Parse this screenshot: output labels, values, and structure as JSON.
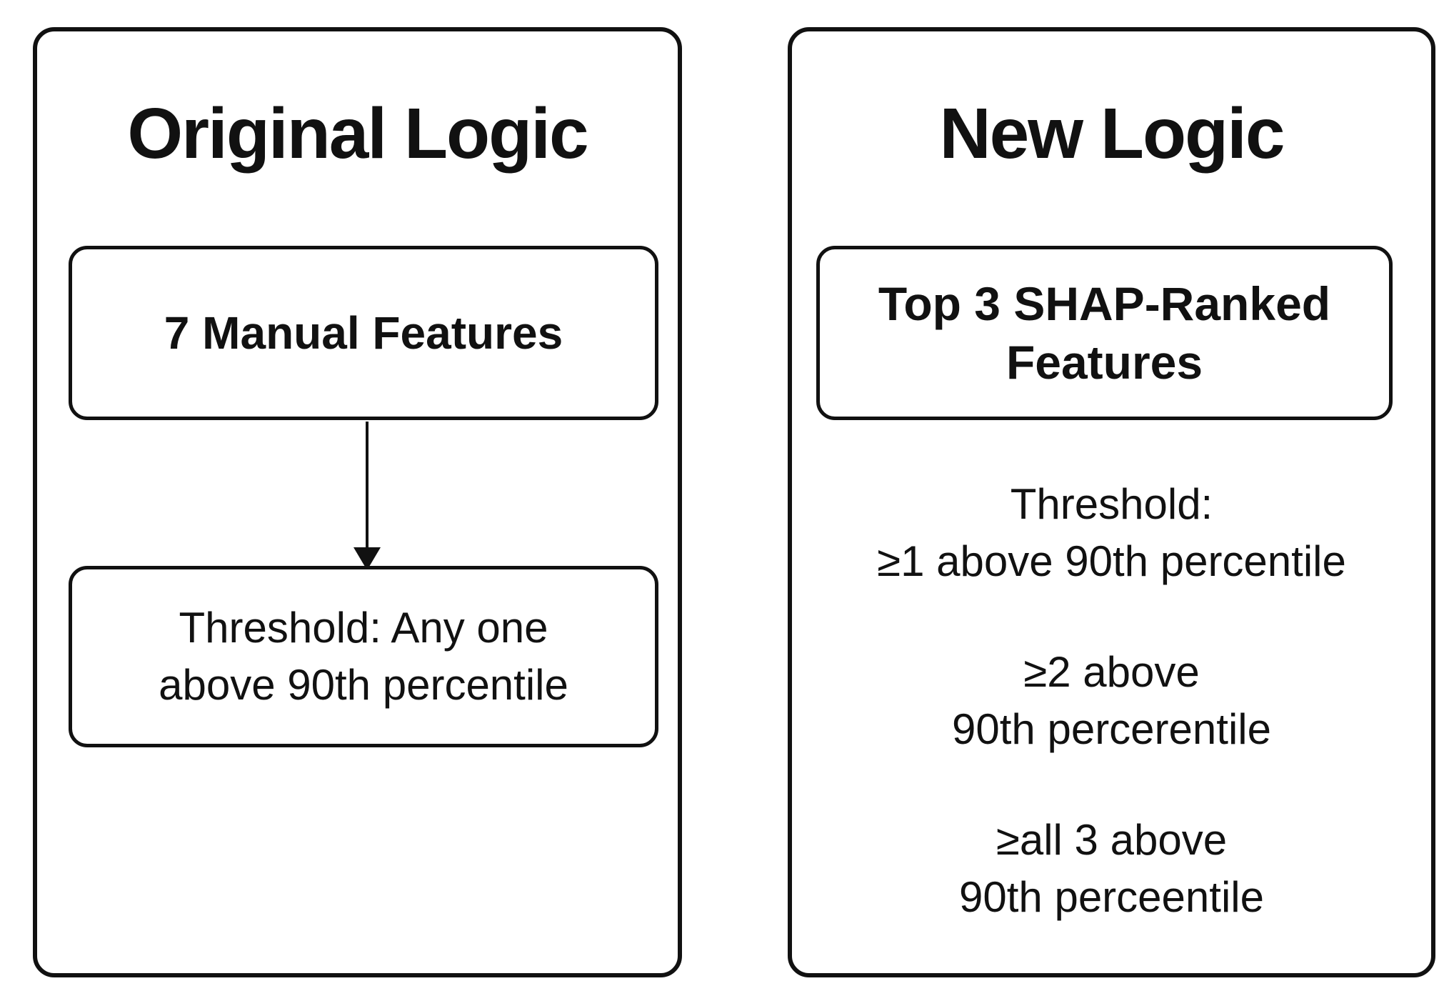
{
  "left_panel": {
    "title": "Original Logic",
    "features_box": {
      "label": "7 Manual Features"
    },
    "threshold_box": {
      "line1": "Threshold: Any one",
      "line2": "above 90th percentile"
    }
  },
  "right_panel": {
    "title": "New Logic",
    "features_box": {
      "line1": "Top 3 SHAP-Ranked",
      "line2": "Features"
    },
    "threshold_option_1": {
      "line1": "Threshold:",
      "line2": "≥1 above 90th percentile"
    },
    "threshold_option_2": {
      "line1": "≥2 above",
      "line2": "90th percerentile"
    },
    "threshold_option_3": {
      "line1": "≥all 3 above",
      "line2": "90th perceentile"
    }
  },
  "colors": {
    "stroke": "#111111",
    "background": "#ffffff"
  }
}
